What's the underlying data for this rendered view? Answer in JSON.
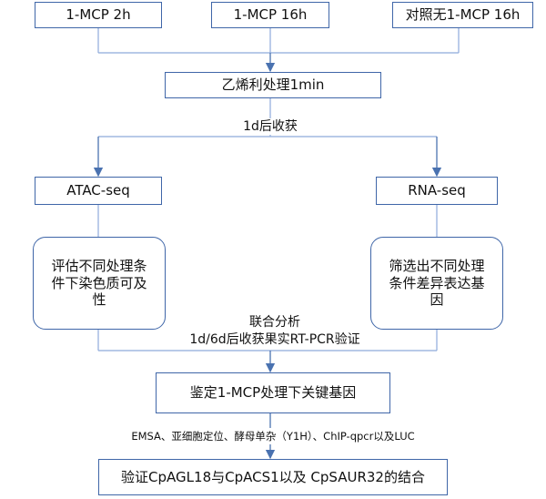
{
  "top_boxes": [
    "1-MCP 2h",
    "1-MCP 16h",
    "对照无1-MCP 16h"
  ],
  "ethylene_box": "乙烯利处理1min",
  "harvest_label": "1d后收获",
  "branches": {
    "left": {
      "title": "ATAC-seq",
      "detail": "评估不同处理条件下染色质可及性"
    },
    "right": {
      "title": "RNA-seq",
      "detail": "筛选出不同处理条件差异表达基因"
    }
  },
  "joint_analysis": [
    "联合分析",
    "1d/6d后收获果实RT-PCR验证"
  ],
  "identify_box": "鉴定1-MCP处理下关键基因",
  "methods_label": "EMSA、亚细胞定位、酵母单杂（Y1H）、ChIP-qpcr以及LUC",
  "final_box": "验证CpAGL18与CpACS1以及 CpSAUR32的结合"
}
